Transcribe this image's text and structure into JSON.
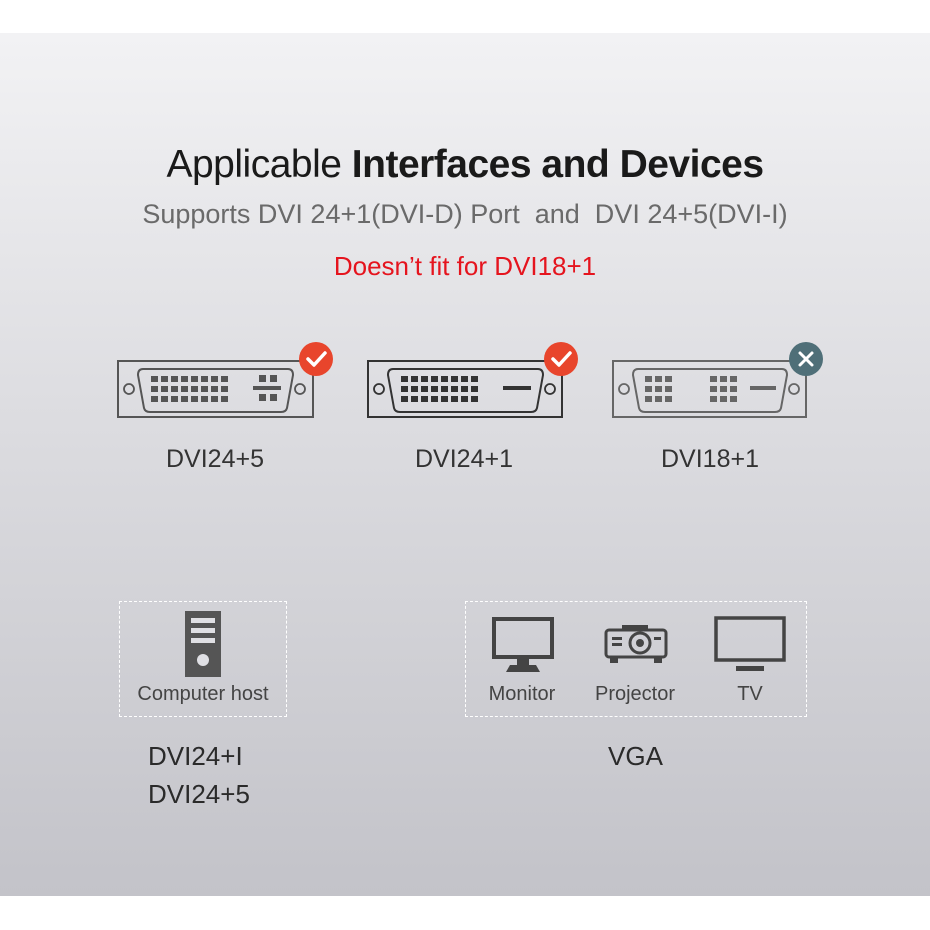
{
  "heading": {
    "light": "Applicable",
    "bold": "Interfaces and Devices"
  },
  "subtitle": "Supports DVI 24+1(DVI-D) Port  and  DVI 24+5(DVI-I)",
  "warning": "Doesn’t fit for DVI18+1",
  "ports": [
    {
      "label": "DVI24+5",
      "supported": true,
      "icon": "dvi-24-5-port-icon"
    },
    {
      "label": "DVI24+1",
      "supported": true,
      "icon": "dvi-24-1-port-icon"
    },
    {
      "label": "DVI18+1",
      "supported": false,
      "icon": "dvi-18-1-port-icon"
    }
  ],
  "colors": {
    "check": "#e8452c",
    "cross": "#4f6f78",
    "warning": "#e5141e"
  },
  "devices": {
    "computer": {
      "label": "Computer host",
      "icon": "computer-tower-icon",
      "compat": [
        "DVI24+I",
        "DVI24+5"
      ]
    },
    "vga": {
      "items": [
        {
          "label": "Monitor",
          "icon": "monitor-icon"
        },
        {
          "label": "Projector",
          "icon": "projector-icon"
        },
        {
          "label": "TV",
          "icon": "tv-icon"
        }
      ],
      "compat": "VGA"
    }
  }
}
